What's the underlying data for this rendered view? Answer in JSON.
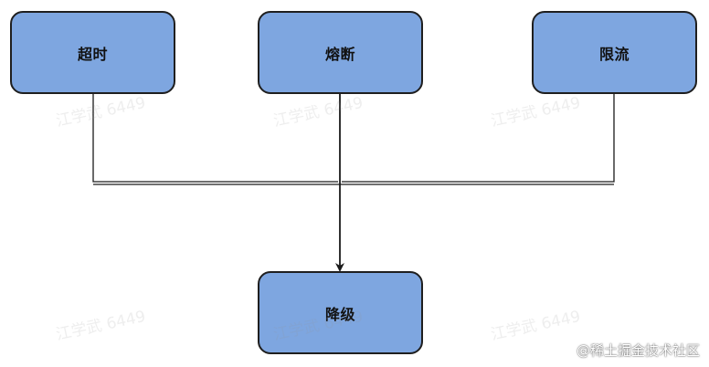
{
  "nodes": {
    "timeout": "超时",
    "breaker": "熔断",
    "limit": "限流",
    "degrade": "降级"
  },
  "watermark": "江学武 6449",
  "credit": "@稀土掘金技术社区",
  "colors": {
    "node_fill": "#7ea6e0",
    "node_border": "#1f1f1f",
    "edge": "#1a1a1a"
  }
}
